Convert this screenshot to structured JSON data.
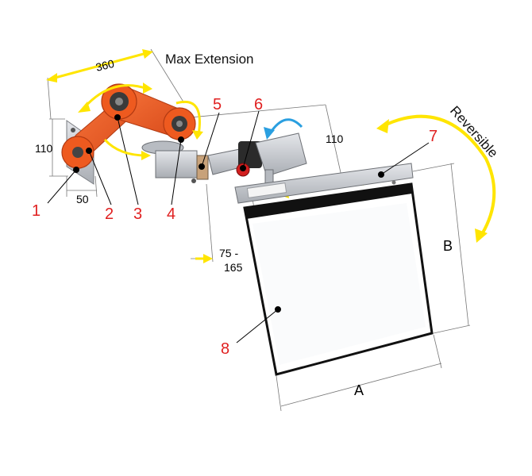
{
  "title": "Max Extension",
  "rotation_label": "Reversible",
  "dimensions": {
    "max_extension": "360",
    "arm_height": "110",
    "base_width": "50",
    "screen_offset": "110",
    "clamp_range_top": "75 -",
    "clamp_range_bottom": "165",
    "width": "A",
    "height": "B"
  },
  "callouts": [
    "1",
    "2",
    "3",
    "4",
    "5",
    "6",
    "7",
    "8"
  ],
  "colors": {
    "arm": "#ee5a1f",
    "arm_dark": "#c9431a",
    "callout": "#e02020",
    "arrow_yellow": "#ffe500",
    "arrow_blue": "#2a9fe0",
    "metal": "#c9ccd1",
    "screen_frame": "#111111"
  },
  "icons": [
    "rotation-arrow-icon",
    "swivel-arrow-icon",
    "reversible-arrow-icon"
  ]
}
